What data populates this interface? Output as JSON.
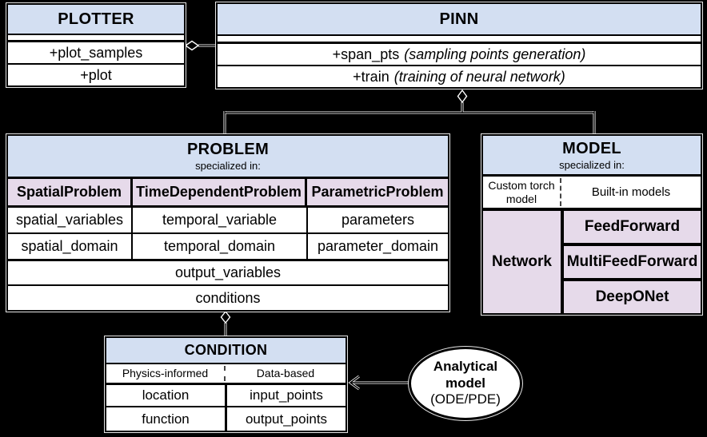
{
  "plotter": {
    "title": "PLOTTER",
    "rows": [
      "+plot_samples",
      "+plot"
    ]
  },
  "pinn": {
    "title": "PINN",
    "rows": [
      {
        "name": "+span_pts",
        "note": "(sampling points generation)"
      },
      {
        "name": "+train",
        "note": "(training of neural network)"
      }
    ]
  },
  "problem": {
    "title": "PROBLEM",
    "subtitle": "specialized in:",
    "columns": [
      "SpatialProblem",
      "TimeDependentProblem",
      "ParametricProblem"
    ],
    "cells": [
      [
        "spatial_variables",
        "temporal_variable",
        "parameters"
      ],
      [
        "spatial_domain",
        "temporal_domain",
        "parameter_domain"
      ]
    ],
    "full_rows": [
      "output_variables",
      "conditions"
    ]
  },
  "model": {
    "title": "MODEL",
    "subtitle": "specialized in:",
    "top_left": "Custom torch model",
    "top_right": "Built-in models",
    "left_cell": "Network",
    "right_cells": [
      "FeedForward",
      "MultiFeedForward",
      "DeepONet"
    ]
  },
  "condition": {
    "title": "CONDITION",
    "col_headers": [
      "Physics-informed",
      "Data-based"
    ],
    "rows": [
      [
        "location",
        "input_points"
      ],
      [
        "function",
        "output_points"
      ]
    ]
  },
  "ellipse": {
    "lines": [
      "Analytical",
      "model",
      "(ODE/PDE)"
    ]
  },
  "colors": {
    "background": "#000000",
    "header_blue": "#d3dff2",
    "cell_pink": "#e6daea",
    "box_white": "#ffffff",
    "ink": "#000000",
    "line_halo": "#ffffff"
  }
}
